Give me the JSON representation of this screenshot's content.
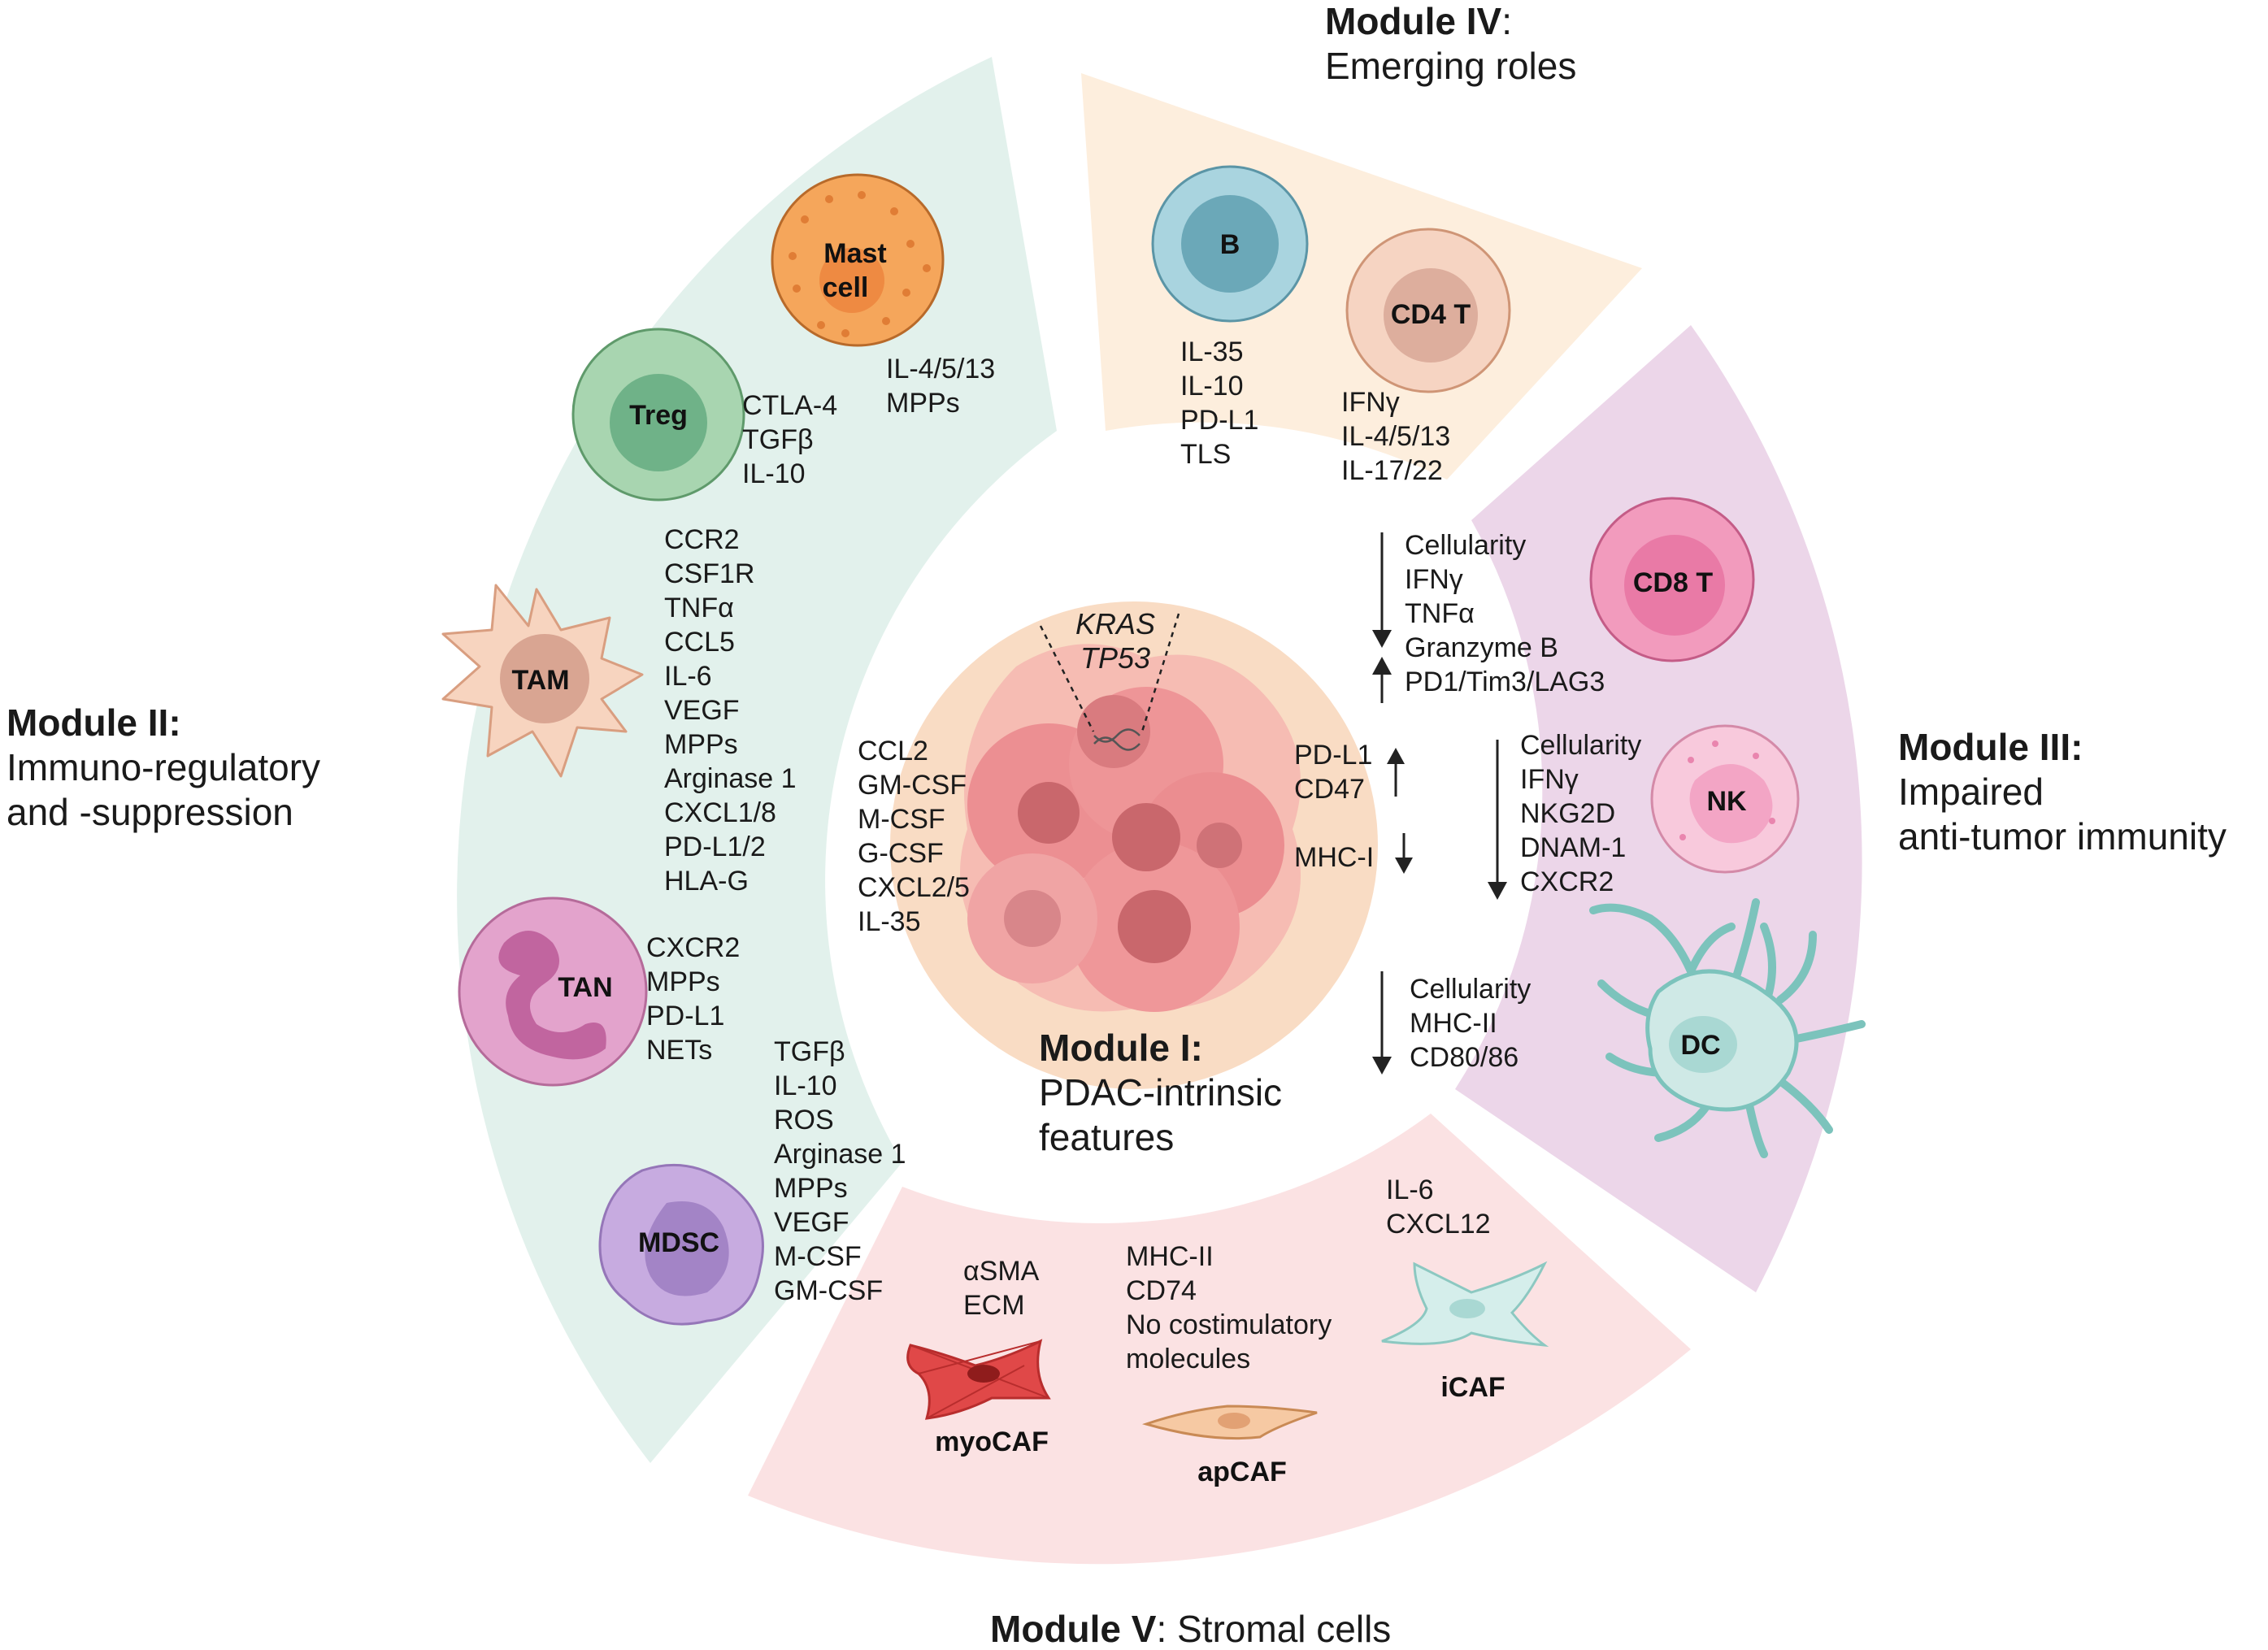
{
  "modules": {
    "m1": {
      "title": "Module I:",
      "line1": "PDAC-intrinsic",
      "line2": "features",
      "color": "#f9dcc4"
    },
    "m2": {
      "title": "Module II:",
      "line1": "Immuno-regulatory",
      "line2": "and -suppression",
      "color": "#e2f1ec"
    },
    "m3": {
      "title": "Module III:",
      "line1": "Impaired",
      "line2": "anti-tumor immunity",
      "color": "#ecd6e9"
    },
    "m4": {
      "title": "Module IV",
      "colon": ":",
      "line1": "Emerging roles",
      "color": "#fdeedd"
    },
    "m5": {
      "title": "Module V",
      "rest": ": Stromal cells",
      "color": "#fbe2e3"
    }
  },
  "tumor": {
    "genes": [
      "KRAS",
      "TP53"
    ],
    "secreted": [
      "CCL2",
      "GM-CSF",
      "M-CSF",
      "G-CSF",
      "CXCL2/5",
      "IL-35"
    ],
    "up": [
      "PD-L1",
      "CD47"
    ],
    "down": [
      "MHC-I"
    ]
  },
  "cells": {
    "mast": {
      "name1": "Mast",
      "name2": "cell",
      "factors": [
        "IL-4/5/13",
        "MPPs"
      ]
    },
    "treg": {
      "name": "Treg",
      "factors": [
        "CTLA-4",
        "TGFβ",
        "IL-10"
      ]
    },
    "tam": {
      "name": "TAM",
      "factors": [
        "CCR2",
        "CSF1R",
        "TNFα",
        "CCL5",
        "IL-6",
        "VEGF",
        "MPPs",
        "Arginase 1",
        "CXCL1/8",
        "PD-L1/2",
        "HLA-G"
      ]
    },
    "tan": {
      "name": "TAN",
      "factors": [
        "CXCR2",
        "MPPs",
        "PD-L1",
        "NETs"
      ]
    },
    "mdsc": {
      "name": "MDSC",
      "factors": [
        "TGFβ",
        "IL-10",
        "ROS",
        "Arginase 1",
        "MPPs",
        "VEGF",
        "M-CSF",
        "GM-CSF"
      ]
    },
    "b": {
      "name": "B",
      "factors": [
        "IL-35",
        "IL-10",
        "PD-L1",
        "TLS"
      ]
    },
    "cd4": {
      "name": "CD4 T",
      "factors": [
        "IFNγ",
        "IL-4/5/13",
        "IL-17/22"
      ]
    },
    "cd8": {
      "name": "CD8 T",
      "down": [
        "Cellularity",
        "IFNγ",
        "TNFα",
        "Granzyme B"
      ],
      "up": [
        "PD1/Tim3/LAG3"
      ]
    },
    "nk": {
      "name": "NK",
      "down": [
        "Cellularity",
        "IFNγ",
        "NKG2D",
        "DNAM-1",
        "CXCR2"
      ]
    },
    "dc": {
      "name": "DC",
      "down": [
        "Cellularity",
        "MHC-II",
        "CD80/86"
      ]
    },
    "myocaf": {
      "name": "myoCAF",
      "factors": [
        "αSMA",
        "ECM"
      ]
    },
    "apcaf": {
      "name": "apCAF",
      "factors": [
        "MHC-II",
        "CD74",
        "No costimulatory",
        "molecules"
      ]
    },
    "icaf": {
      "name": "iCAF",
      "factors": [
        "IL-6",
        "CXCL12"
      ]
    }
  },
  "colors": {
    "mast": "#f5a65b",
    "treg": "#a8d5b0",
    "tam": "#f7d4bf",
    "tan": "#e3a3cc",
    "mdsc": "#c7abe0",
    "b": "#a9d4df",
    "cd4": "#f6d4c2",
    "cd8": "#f29bbd",
    "nk": "#f8c9dc",
    "dc": "#cfe9e6",
    "tumor": "#f1a3a3"
  }
}
